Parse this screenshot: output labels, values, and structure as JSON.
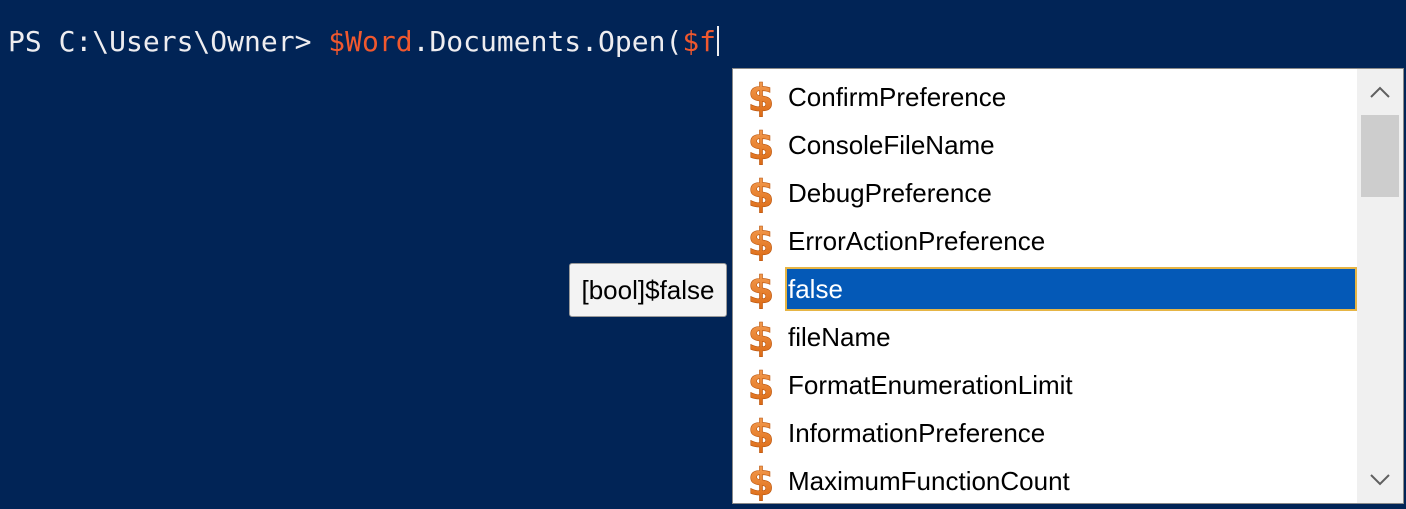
{
  "console": {
    "prompt": "PS C:\\Users\\Owner> ",
    "variable": "$Word",
    "method": ".Documents.Open(",
    "typed": "$f"
  },
  "tooltip": {
    "text": "[bool]$false"
  },
  "completion": {
    "items": [
      {
        "label": "ConfirmPreference",
        "icon": "variable-dollar-icon"
      },
      {
        "label": "ConsoleFileName",
        "icon": "variable-dollar-icon"
      },
      {
        "label": "DebugPreference",
        "icon": "variable-dollar-icon"
      },
      {
        "label": "ErrorActionPreference",
        "icon": "variable-dollar-icon"
      },
      {
        "label": "false",
        "icon": "variable-dollar-icon"
      },
      {
        "label": "fileName",
        "icon": "variable-dollar-icon"
      },
      {
        "label": "FormatEnumerationLimit",
        "icon": "variable-dollar-icon"
      },
      {
        "label": "InformationPreference",
        "icon": "variable-dollar-icon"
      },
      {
        "label": "MaximumFunctionCount",
        "icon": "variable-dollar-icon"
      }
    ],
    "selected_label": "false"
  },
  "colors": {
    "console_background": "#012456",
    "variable_text": "#f0582e",
    "selection_background": "#0459b7",
    "selection_border": "#e6b545"
  }
}
